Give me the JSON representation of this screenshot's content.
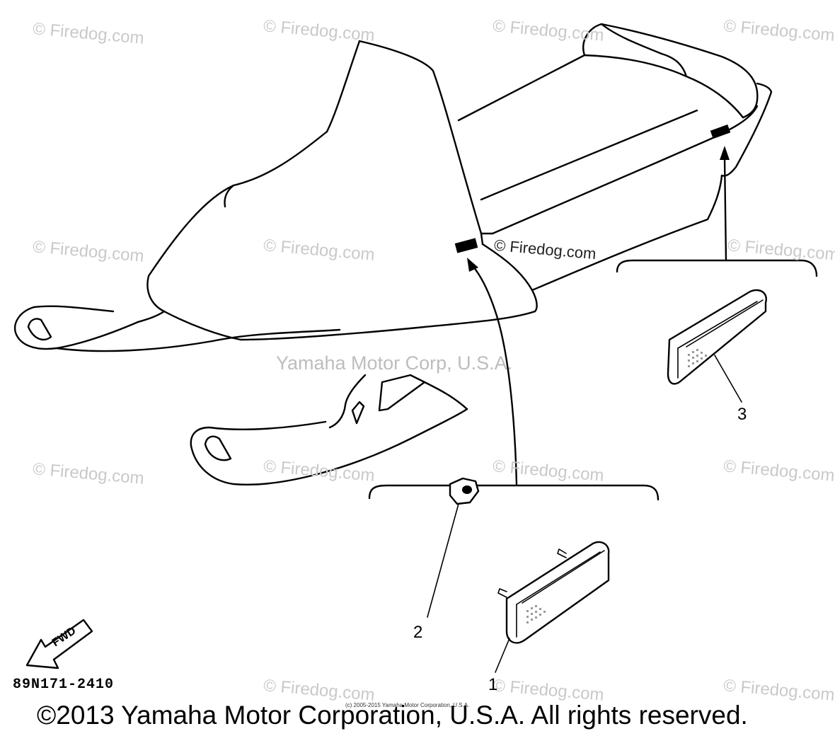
{
  "diagram": {
    "callouts": [
      "1",
      "2",
      "3"
    ],
    "part_code": "89N171-2410",
    "fwd_label": "FWD"
  },
  "watermarks": {
    "firedog": "© Firedog.com",
    "firedog_dark": "© Firedog.com",
    "center": "Yamaha Motor Corp, U.S.A.",
    "small_copyright": "(c) 2005-2015 Yamaha Motor Corporation, U.S.A."
  },
  "footer": {
    "copyright": "©2013 Yamaha Motor Corporation, U.S.A. All rights reserved."
  },
  "icons": [
    "fwd-arrow-icon"
  ]
}
